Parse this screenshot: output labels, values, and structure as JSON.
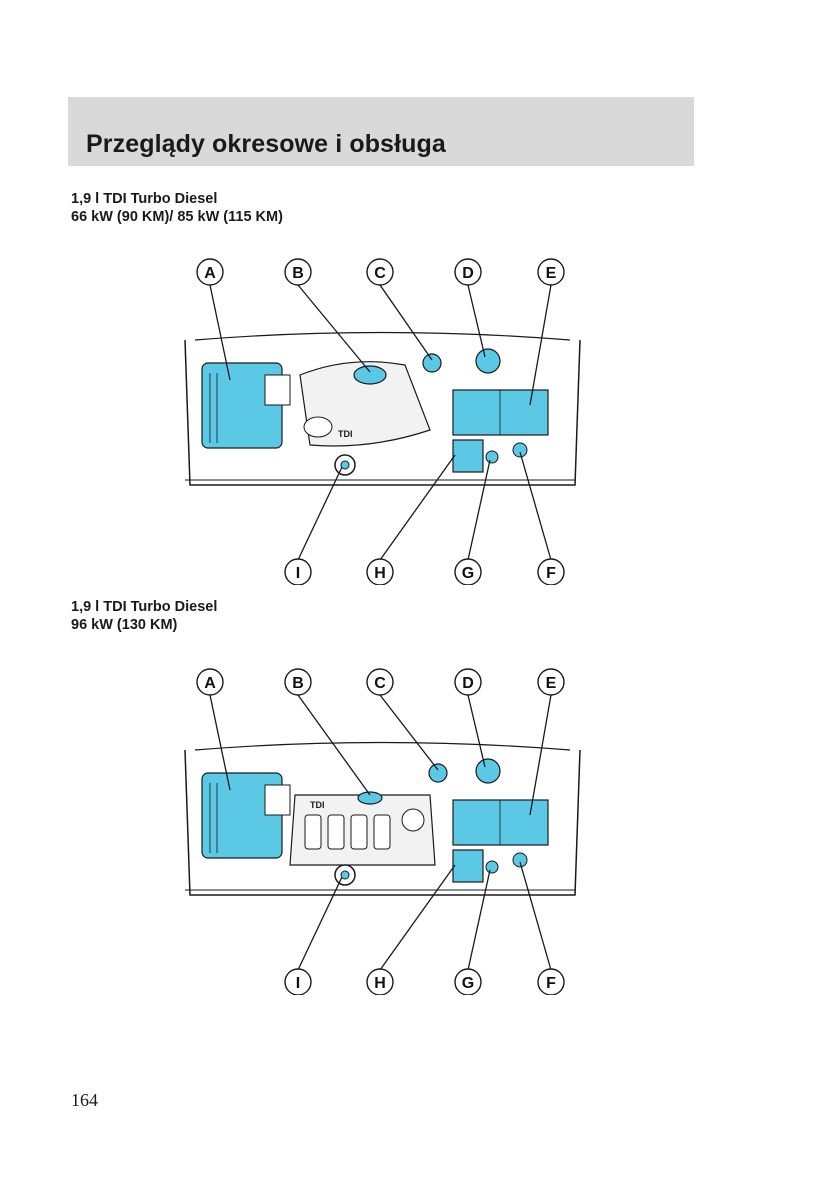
{
  "header": {
    "title": "Przeglądy okresowe i obsługa"
  },
  "sections": [
    {
      "line1": "1,9 l TDI Turbo Diesel",
      "line2": "66 kW (90 KM)/ 85 kW (115 KM)",
      "engine_cover_text": "TDI",
      "callouts_top": [
        "A",
        "B",
        "C",
        "D",
        "E"
      ],
      "callouts_bottom": [
        "I",
        "H",
        "G",
        "F"
      ]
    },
    {
      "line1": "1,9 l TDI Turbo Diesel",
      "line2": "96 kW (130 KM)",
      "engine_cover_text": "TDI",
      "callouts_top": [
        "A",
        "B",
        "C",
        "D",
        "E"
      ],
      "callouts_bottom": [
        "I",
        "H",
        "G",
        "F"
      ]
    }
  ],
  "colors": {
    "highlight": "#5bc8e6",
    "line": "#1a1a1a",
    "header_bg": "#d9d9d9"
  },
  "page_number": "164"
}
